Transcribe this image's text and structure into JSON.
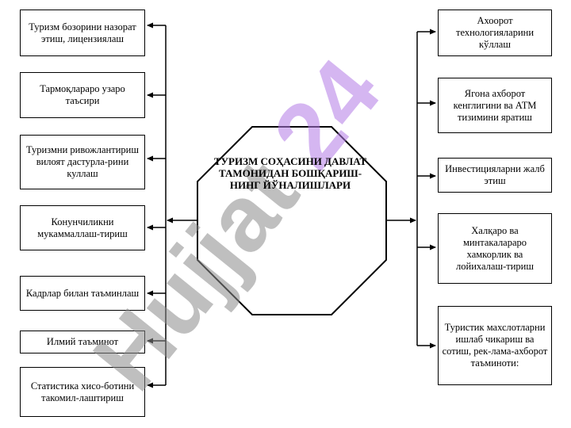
{
  "center": {
    "title": "ТУРИЗМ СОҲАСИНИ ДАВЛАТ ТАМОНИДАН БОШҚАРИШ-НИНГ ЙЎНАЛИШЛАРИ"
  },
  "left_items": [
    {
      "label": "Туризм бозорини назорат этиш, лицензиялаш"
    },
    {
      "label": "Тармоқлараро узаро таъсири"
    },
    {
      "label": "Туризмни ривожлантириш вилоят дастурла-рини  куллаш"
    },
    {
      "label": "Конунчиликни мукаммаллаш-тириш"
    },
    {
      "label": "Кадрлар билан таъминлаш"
    },
    {
      "label": "Илмий таъминот"
    },
    {
      "label": "Статистика хисо-ботини такомил-лаштириш"
    }
  ],
  "right_items": [
    {
      "label": "Ахоорот технологияларини кўллаш"
    },
    {
      "label": "Ягона ахборот кенглигини ва АТМ тизимини яратиш"
    },
    {
      "label": "Инвестицияларни жалб этиш"
    },
    {
      "label": "Халқаро ва минтакалараро хамкорлик ва лойихалаш-тириш"
    },
    {
      "label": "Туристик махслотларни ишлаб чикариш ва сотиш, рек-лама-ахборот таъминоти:"
    }
  ],
  "watermark": {
    "text": "Hujjat 24",
    "color": "#8a8a8a",
    "accent": "#b37ae6"
  }
}
